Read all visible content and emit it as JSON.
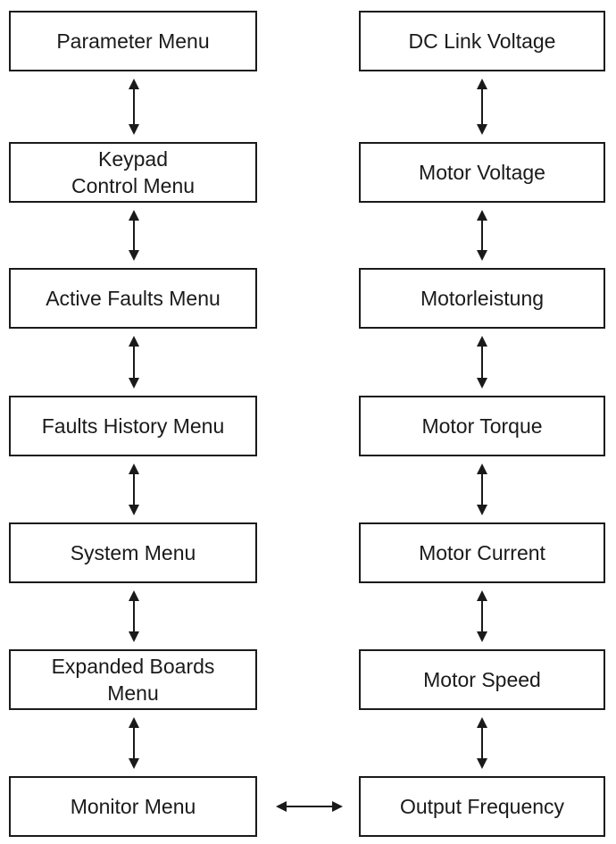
{
  "left_menu": {
    "items": [
      {
        "label": "Parameter Menu"
      },
      {
        "label": "Keypad\nControl Menu"
      },
      {
        "label": "Active Faults Menu"
      },
      {
        "label": "Faults History Menu"
      },
      {
        "label": "System Menu"
      },
      {
        "label": "Expanded Boards\nMenu"
      },
      {
        "label": "Monitor Menu"
      }
    ]
  },
  "right_menu": {
    "items": [
      {
        "label": "DC Link Voltage"
      },
      {
        "label": "Motor Voltage"
      },
      {
        "label": "Motorleistung"
      },
      {
        "label": "Motor Torque"
      },
      {
        "label": "Motor Current"
      },
      {
        "label": "Motor Speed"
      },
      {
        "label": "Output Frequency"
      }
    ]
  },
  "colors": {
    "line": "#1a1a1a",
    "box_fill": "#ffffff"
  }
}
